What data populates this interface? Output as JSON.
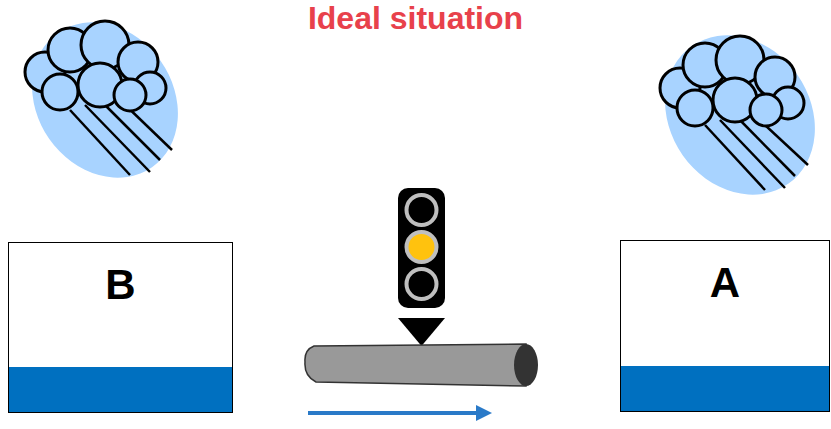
{
  "diagram": {
    "title": "Ideal situation",
    "nodes": [
      {
        "text": [
          "B"
        ]
      },
      {
        "text": [
          "A"
        ]
      }
    ]
  }
}
